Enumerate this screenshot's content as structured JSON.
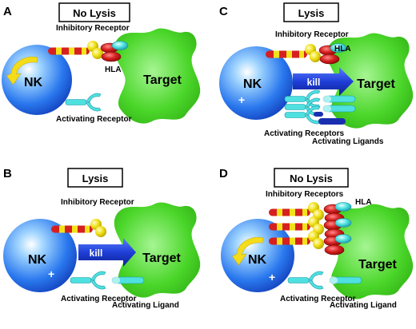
{
  "panels": [
    {
      "letter": "A",
      "outcome": "No Lysis",
      "nk": "NK",
      "target": "Target",
      "labels": [
        "Inhibitory Receptor",
        "HLA",
        "Activating Receptor"
      ]
    },
    {
      "letter": "B",
      "outcome": "Lysis",
      "nk": "NK",
      "target": "Target",
      "kill": "kill",
      "labels": [
        "Inhibitory Receptor",
        "Activating Receptor",
        "Activating Ligand"
      ]
    },
    {
      "letter": "C",
      "outcome": "Lysis",
      "nk": "NK",
      "target": "Target",
      "kill": "kill",
      "labels": [
        "Inhibitory Receptor",
        "HLA",
        "Activating Receptors",
        "Activating Ligands"
      ]
    },
    {
      "letter": "D",
      "outcome": "No Lysis",
      "nk": "NK",
      "target": "Target",
      "labels": [
        "Inhibitory Receptors",
        "HLA",
        "Activating Receptor",
        "Activating Ligand"
      ]
    }
  ],
  "colors": {
    "nk_blue": "#1e5fe0",
    "target_green": "#4bd62a",
    "inhibitory_red": "#d62020",
    "inhibitory_yellow": "#f2e21a",
    "hla_red": "#c81818",
    "activating_cyan": "#4fe0e0",
    "ligand_blue": "#1a2fb0",
    "kill_arrow": "#1f3fd8",
    "swirl_yellow": "#f5dc1a"
  }
}
